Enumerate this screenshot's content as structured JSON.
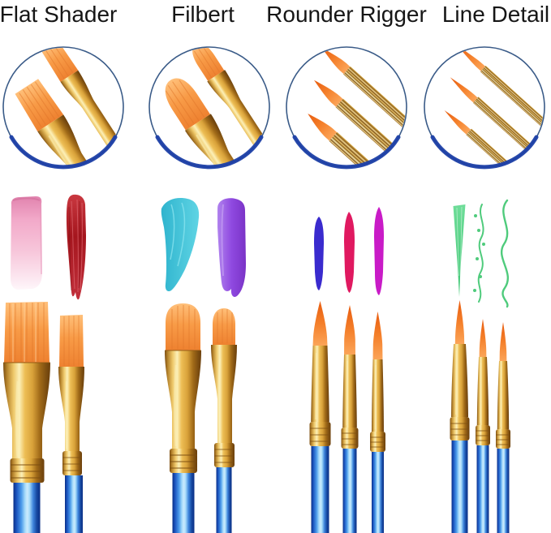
{
  "image_type": "paint-brush-set-product-diagram",
  "columns": [
    {
      "label": "Flat Shader",
      "closeup": "two flat shader brush tips in circle",
      "brush_count": 2,
      "swatches": [
        {
          "name": "pink-paint-swatch",
          "color": "#F2A9C9"
        },
        {
          "name": "red-paint-swatch",
          "color": "#A5161E"
        }
      ]
    },
    {
      "label": "Filbert",
      "closeup": "two filbert brush tips in circle",
      "brush_count": 2,
      "swatches": [
        {
          "name": "teal-paint-swatch",
          "color": "#38BED6"
        },
        {
          "name": "purple-paint-swatch",
          "color": "#8F49E0"
        }
      ]
    },
    {
      "label": "Rounder Rigger",
      "closeup": "three round rigger brush tips in circle",
      "brush_count": 3,
      "swatches": [
        {
          "name": "blue-paint-stroke",
          "color": "#3A2BCE"
        },
        {
          "name": "crimson-paint-stroke",
          "color": "#E01960"
        },
        {
          "name": "magenta-paint-stroke",
          "color": "#C91BC7"
        }
      ]
    },
    {
      "label": "Line Detail",
      "closeup": "three fine liner brush tips in circle",
      "brush_count": 3,
      "swatches": [
        {
          "name": "green-taper-stroke",
          "color": "#4FCB7C"
        },
        {
          "name": "green-wavy-dotted-stroke",
          "color": "#4FCB7C"
        },
        {
          "name": "green-wavy-stroke",
          "color": "#4FCB7C"
        }
      ]
    }
  ],
  "brush_colors": {
    "bristle_orange": "#F89B47",
    "bristle_tip_orange": "#E85C0F",
    "ferrule_gold": "#EDBE55",
    "handle_blue": "#1B55C0",
    "circle_ring_thin": "#3A5B88",
    "circle_ring_bottom": "#1C3FA6"
  }
}
